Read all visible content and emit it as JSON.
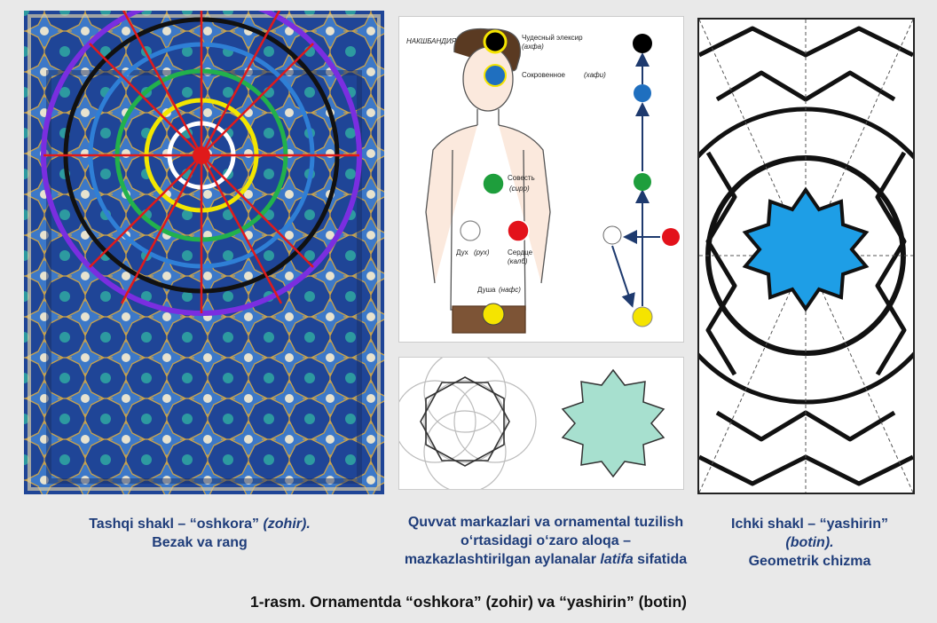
{
  "captions": {
    "left": {
      "line1": "Tashqi shakl – “oshkora”",
      "line1_italic": "(zohir).",
      "line2": "Bezak va rang"
    },
    "middle": {
      "line1": "Quvvat markazlari va ornamental tuzilish",
      "line2": "o‘rtasidagi o‘zaro aloqa –",
      "line3": "mazkazlashtirilgan aylanalar",
      "line3_italic": "latifa",
      "line3_end": "sifatida"
    },
    "right": {
      "line1": "Ichki shakl – “yashirin”",
      "line2_italic": "(botin).",
      "line3": "Geometrik chizma"
    }
  },
  "figure_title": "1-rasm. Ornamentda “oshkora” (zohir) va “yashirin” (botin)",
  "body_diagram": {
    "corner_label": "НАКШБАНДИЯ",
    "points": [
      {
        "name": "Чудесный элексир",
        "term": "(ахфа)",
        "color": "#000000"
      },
      {
        "name": "Сокровенное",
        "term": "(хафи)",
        "color": "#1f6fbf"
      },
      {
        "name": "Совесть",
        "term": "(сирр)",
        "color": "#1e9e3c"
      },
      {
        "name": "Дух",
        "term": "(рух)",
        "color": "#ffffff"
      },
      {
        "name": "Сердце",
        "term": "(калб)",
        "color": "#e3121b"
      },
      {
        "name": "Душа",
        "term": "(нафс)",
        "color": "#f5e400"
      }
    ]
  },
  "colors": {
    "caption_text": "#1f3d7a",
    "rings": [
      "#7a2ee0",
      "#111111",
      "#2f7fd6",
      "#22b14c",
      "#f2e600",
      "#ffffff"
    ],
    "spokes": "#e01a1a",
    "star_fill": "#a7e0cf",
    "geo_star_fill": "#1e9ee6"
  }
}
